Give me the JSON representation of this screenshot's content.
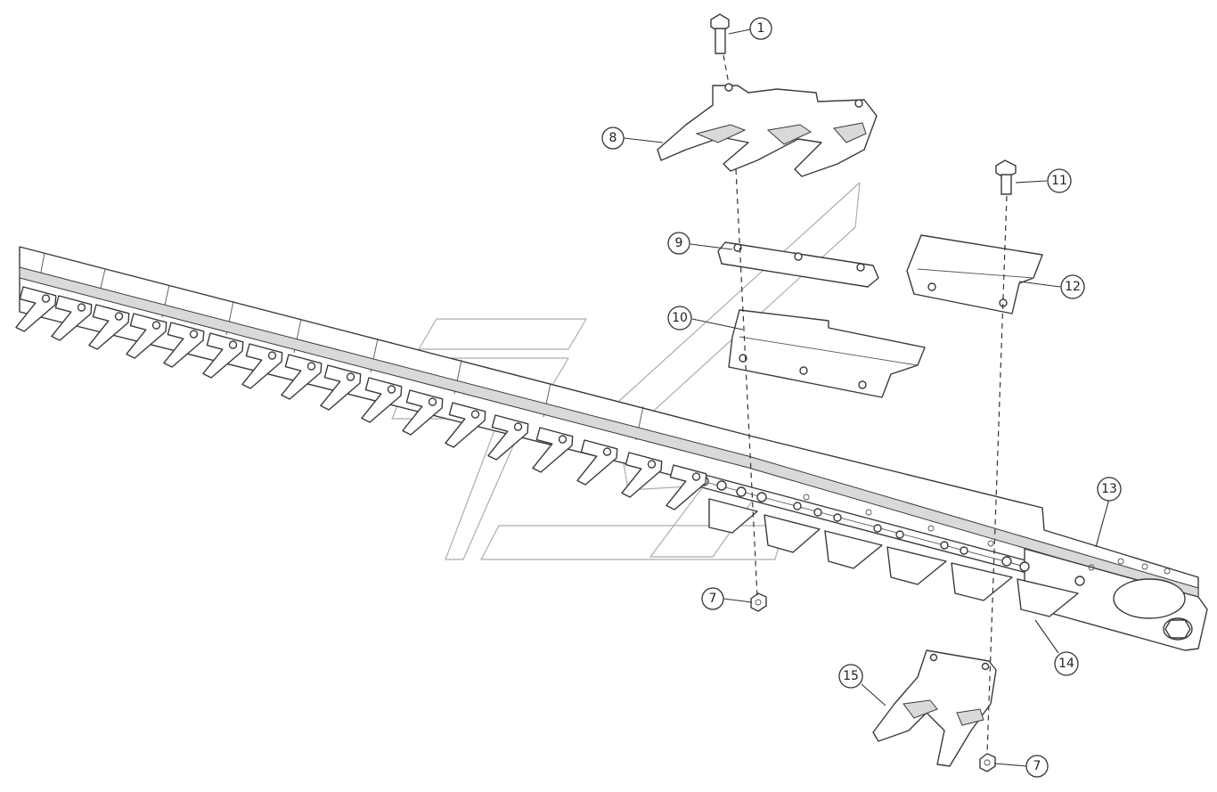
{
  "callouts": [
    {
      "id": "c1",
      "label": "1"
    },
    {
      "id": "c7a",
      "label": "7"
    },
    {
      "id": "c7b",
      "label": "7"
    },
    {
      "id": "c8",
      "label": "8"
    },
    {
      "id": "c9",
      "label": "9"
    },
    {
      "id": "c10",
      "label": "10"
    },
    {
      "id": "c11",
      "label": "11"
    },
    {
      "id": "c12",
      "label": "12"
    },
    {
      "id": "c13",
      "label": "13"
    },
    {
      "id": "c14",
      "label": "14"
    },
    {
      "id": "c15",
      "label": "15"
    }
  ]
}
